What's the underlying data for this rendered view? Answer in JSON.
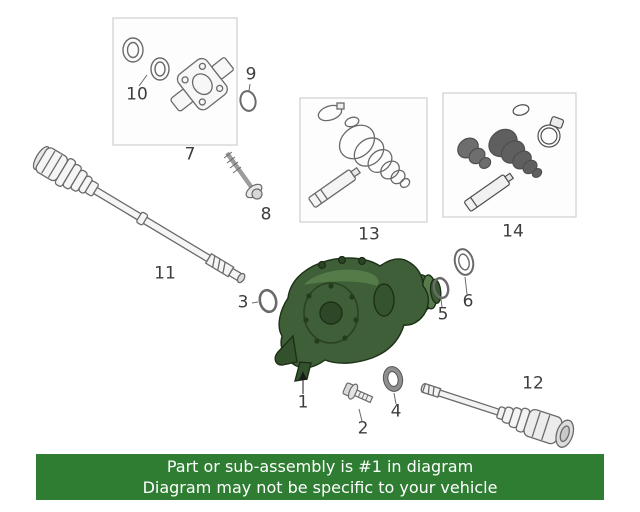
{
  "diagram": {
    "part_labels": [
      "1",
      "2",
      "3",
      "4",
      "5",
      "6",
      "7",
      "8",
      "9",
      "10",
      "11",
      "12",
      "13",
      "14"
    ],
    "highlighted_part": "1",
    "colors": {
      "highlight_green": "#3e5f37",
      "line_gray": "#6a6a6a",
      "box_border": "#c6c6c6"
    }
  },
  "banner": {
    "line1": "Part or sub-assembly is #1 in diagram",
    "line2": "Diagram may not be specific to your vehicle",
    "bg_color": "#2e7d32",
    "text_color": "#ffffff"
  }
}
